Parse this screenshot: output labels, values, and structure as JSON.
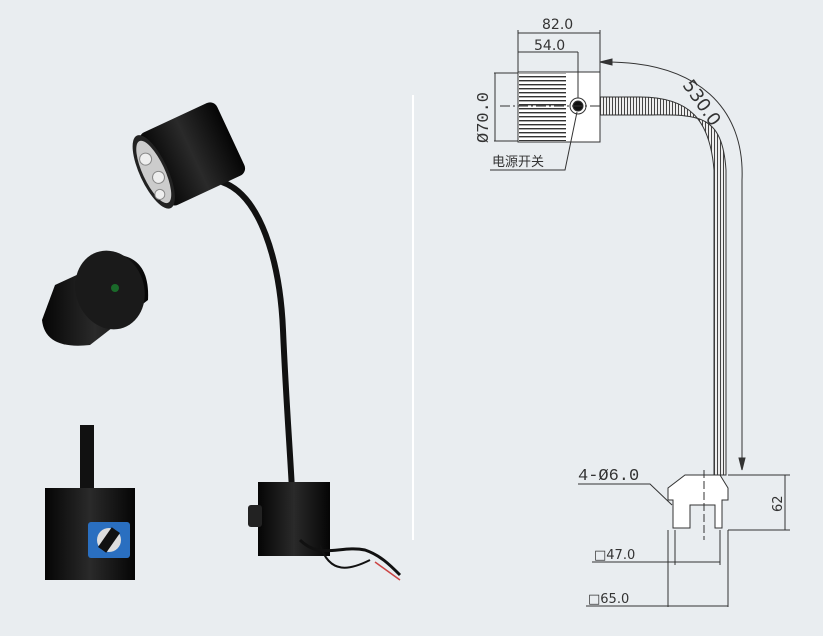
{
  "colors": {
    "background": "#e9edf0",
    "line": "#333333",
    "lamp_body": "#111111",
    "knob_blue": "#2a6fc0"
  },
  "drawing": {
    "width_total": "82.0",
    "width_switch": "54.0",
    "diameter": "Ø70.0",
    "switch_label": "电源开关",
    "arm_length": "530.0",
    "holes": "4-Ø6.0",
    "base_height": "62",
    "base_inner": "□47.0",
    "base_outer": "□65.0"
  }
}
